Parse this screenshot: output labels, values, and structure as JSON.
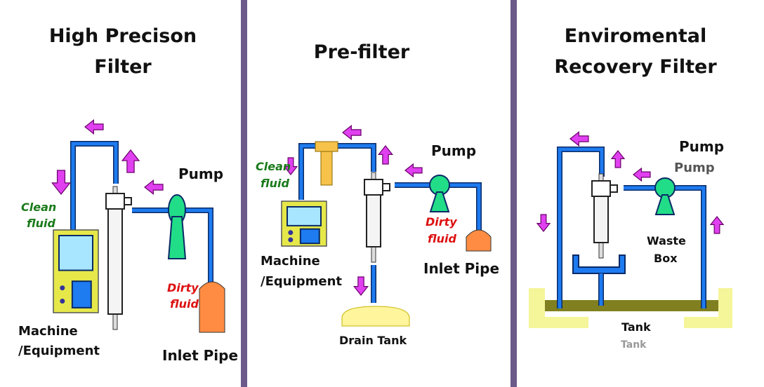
{
  "panels": [
    {
      "title_line1": "High Precison",
      "title_line2": "Filter",
      "labels": {
        "pump": "Pump",
        "clean_line1": "Clean",
        "clean_line2": "fluid",
        "dirty_line1": "Dirty",
        "dirty_line2": "fluid",
        "machine_line1": "Machine",
        "machine_line2": "/Equipment",
        "inlet": "Inlet Pipe"
      }
    },
    {
      "title_line1": "Pre-filter",
      "labels": {
        "pump": "Pump",
        "clean_line1": "Clean",
        "clean_line2": "fluid",
        "dirty_line1": "Dirty",
        "dirty_line2": "fluid",
        "machine_line1": "Machine",
        "machine_line2": "/Equipment",
        "inlet": "Inlet Pipe",
        "drain": "Drain Tank"
      }
    },
    {
      "title_line1": "Enviromental",
      "title_line2": "Recovery Filter",
      "labels": {
        "pump_a": "Pump",
        "pump_b": "Pump",
        "waste_line1": "Waste",
        "waste_line2": "Box",
        "tank": "Tank",
        "tank_ghost": "Tank"
      }
    }
  ],
  "colors": {
    "pipe": "#1e7bf0",
    "arrow": "#e040f0",
    "pump": "#22dd88",
    "inlet": "#ff8c42",
    "machine": "#e6e84a",
    "screen": "#a8e6ff",
    "drain": "#fff59d",
    "tank_wall": "#f5f59a",
    "tank_fluid": "#808020",
    "filter_cartridge": "#f7c24a",
    "divider": "#6b5a8a"
  }
}
